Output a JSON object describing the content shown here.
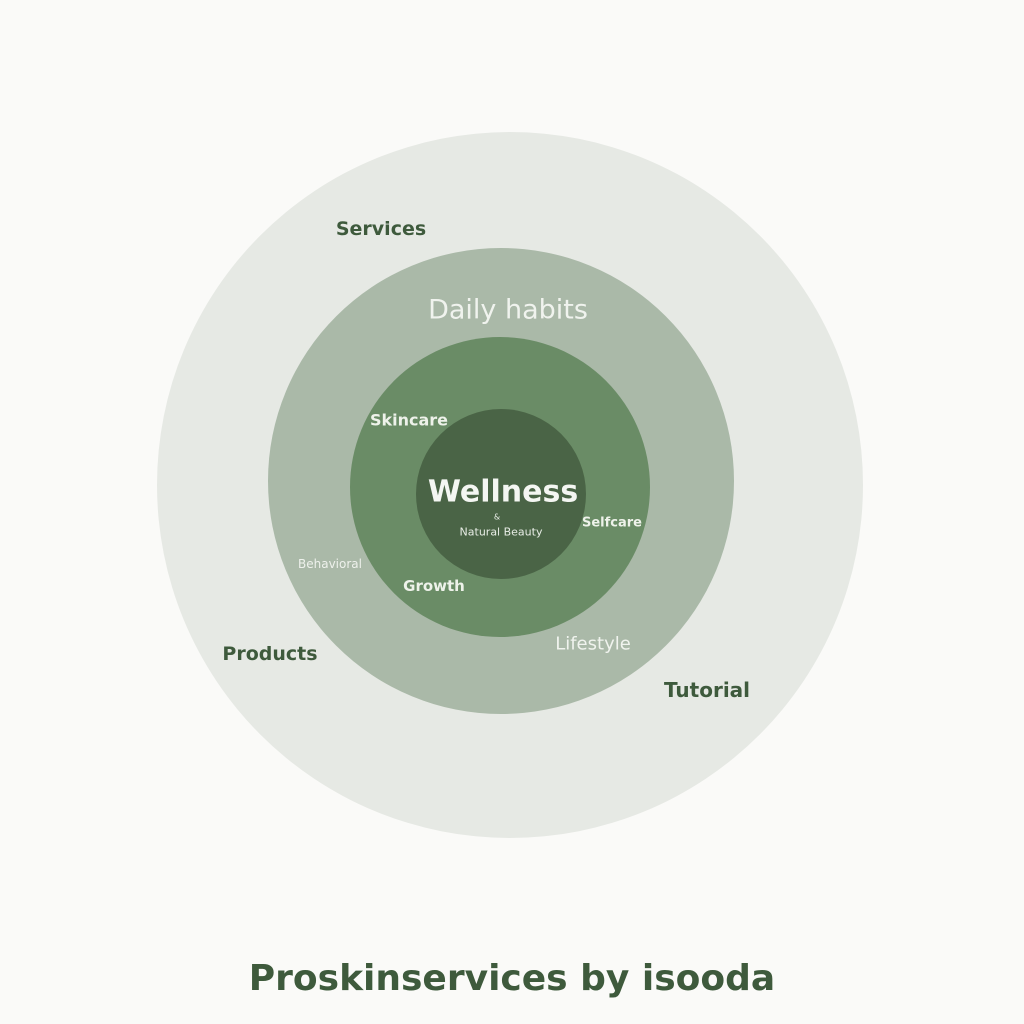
{
  "diagram": {
    "outer_ring": {
      "labels": {
        "services": "Services",
        "products": "Products",
        "tutorial": "Tutorial"
      }
    },
    "second_ring": {
      "title": "Daily habits",
      "labels": {
        "lifestyle": "Lifestyle",
        "behavioral": "Behavioral"
      }
    },
    "third_ring": {
      "labels": {
        "skincare": "Skincare",
        "selfcare": "Selfcare",
        "growth": "Growth"
      }
    },
    "core": {
      "title": "Wellness",
      "ampersand": "&",
      "subtitle": "Natural Beauty"
    }
  },
  "footer": {
    "brand_text": "Proskinservices by isooda"
  },
  "colors": {
    "background": "#fafaf8",
    "outer_ring": "#e6e9e4",
    "second_ring": "#aab9a8",
    "third_ring": "#6a8c66",
    "core": "#4a6446",
    "dark_text": "#3e5a3c",
    "light_text": "#f0f3ee"
  }
}
